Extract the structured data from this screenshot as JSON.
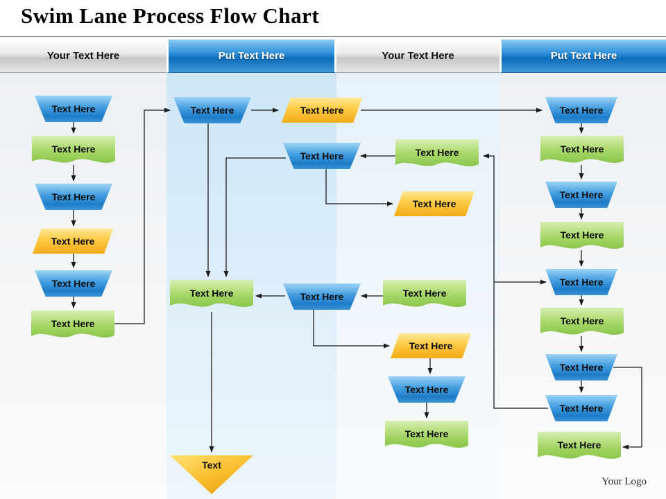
{
  "title": "Swim Lane Process Flow Chart",
  "footer": {
    "logo_text": "Your Logo"
  },
  "lanes": [
    {
      "id": "lane-1",
      "label": "Your Text Here",
      "style": "silver"
    },
    {
      "id": "lane-2",
      "label": "Put Text Here",
      "style": "blue"
    },
    {
      "id": "lane-3",
      "label": "Your Text Here",
      "style": "silver"
    },
    {
      "id": "lane-4",
      "label": "Put Text Here",
      "style": "blue"
    }
  ],
  "colors": {
    "node_blue": "#2e8fd8",
    "node_green": "#9ccb5a",
    "node_yellow": "#fbc02d",
    "header_blue": "#1a80d0",
    "header_silver": "#d9d9d9",
    "lane2_tint": "#cde6f7",
    "connector": "#1b1b1b"
  },
  "nodes": [
    {
      "id": "n1",
      "lane": 1,
      "type": "trapezoid",
      "label": "Text Here"
    },
    {
      "id": "n2",
      "lane": 1,
      "type": "document",
      "label": "Text Here"
    },
    {
      "id": "n3",
      "lane": 1,
      "type": "trapezoid",
      "label": "Text Here"
    },
    {
      "id": "n4",
      "lane": 1,
      "type": "parallelogram",
      "label": "Text Here"
    },
    {
      "id": "n5",
      "lane": 1,
      "type": "trapezoid",
      "label": "Text Here"
    },
    {
      "id": "n6",
      "lane": 1,
      "type": "document",
      "label": "Text Here"
    },
    {
      "id": "n7",
      "lane": 2,
      "type": "trapezoid",
      "label": "Text Here"
    },
    {
      "id": "n8",
      "lane": 2,
      "type": "parallelogram",
      "label": "Text Here"
    },
    {
      "id": "n9",
      "lane": 2,
      "type": "trapezoid",
      "label": "Text Here"
    },
    {
      "id": "n10",
      "lane": 3,
      "type": "document",
      "label": "Text Here"
    },
    {
      "id": "n11",
      "lane": 3,
      "type": "parallelogram",
      "label": "Text Here"
    },
    {
      "id": "n12",
      "lane": 2,
      "type": "document",
      "label": "Text Here"
    },
    {
      "id": "n13",
      "lane": 2,
      "type": "trapezoid",
      "label": "Text Here"
    },
    {
      "id": "n14",
      "lane": 3,
      "type": "document",
      "label": "Text Here"
    },
    {
      "id": "n15",
      "lane": 3,
      "type": "parallelogram",
      "label": "Text Here"
    },
    {
      "id": "n16",
      "lane": 3,
      "type": "trapezoid",
      "label": "Text Here"
    },
    {
      "id": "n17",
      "lane": 3,
      "type": "document",
      "label": "Text Here"
    },
    {
      "id": "n18",
      "lane": 4,
      "type": "trapezoid",
      "label": "Text Here"
    },
    {
      "id": "n19",
      "lane": 4,
      "type": "document",
      "label": "Text Here"
    },
    {
      "id": "n20",
      "lane": 4,
      "type": "trapezoid",
      "label": "Text Here"
    },
    {
      "id": "n21",
      "lane": 4,
      "type": "document",
      "label": "Text Here"
    },
    {
      "id": "n22",
      "lane": 4,
      "type": "trapezoid",
      "label": "Text Here"
    },
    {
      "id": "n23",
      "lane": 4,
      "type": "document",
      "label": "Text Here"
    },
    {
      "id": "n24",
      "lane": 4,
      "type": "trapezoid",
      "label": "Text Here"
    },
    {
      "id": "n25",
      "lane": 4,
      "type": "trapezoid",
      "label": "Text Here"
    },
    {
      "id": "n26",
      "lane": 4,
      "type": "document",
      "label": "Text Here"
    }
  ],
  "terminator": {
    "type": "triangle",
    "label": "Text"
  }
}
